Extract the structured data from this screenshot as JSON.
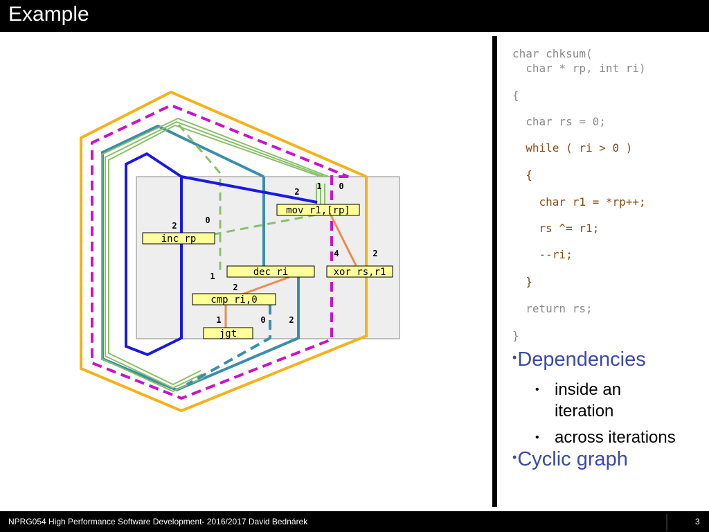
{
  "slide": {
    "title": "Example"
  },
  "footer": {
    "text": "NPRG054 High Performance Software Development- 2016/2017 David Bednárek",
    "page": "3"
  },
  "code": {
    "lines": [
      "char chksum(",
      "  char * rp, int ri)",
      "{",
      "  char rs = 0;",
      "  while ( ri > 0 )",
      "  {",
      "    char r1 = *rp++;",
      "    rs ^= r1;",
      "    --ri;",
      "  }",
      "  return rs;",
      "}"
    ]
  },
  "bullets": {
    "dependencies": "Dependencies",
    "inside_line1": "inside an",
    "inside_line2": "iteration",
    "across": "across iterations",
    "cyclic": "Cyclic graph"
  },
  "diagram": {
    "nodes": {
      "mov": "mov r1,[rp]",
      "inc": "inc rp",
      "dec": "dec ri",
      "xor": "xor rs,r1",
      "cmp": "cmp ri,0",
      "jgt": "jgt"
    },
    "labels": {
      "l_2a": "2",
      "l_1a": "1",
      "l_0a": "0",
      "l_0b": "0",
      "l_2b": "2",
      "l_4": "4",
      "l_2c": "2",
      "l_1b": "1",
      "l_2d": "2",
      "l_1c": "1",
      "l_0c": "0",
      "l_2e": "2"
    },
    "colors": {
      "blue": "#1a1adf",
      "teal": "#3a8fa8",
      "green": "#8ac06a",
      "magenta": "#cc11cc",
      "orange": "#f4b21b",
      "salmon": "#f08a4b",
      "node_fill": "#ffff99",
      "panel": "#eeeeee"
    }
  }
}
